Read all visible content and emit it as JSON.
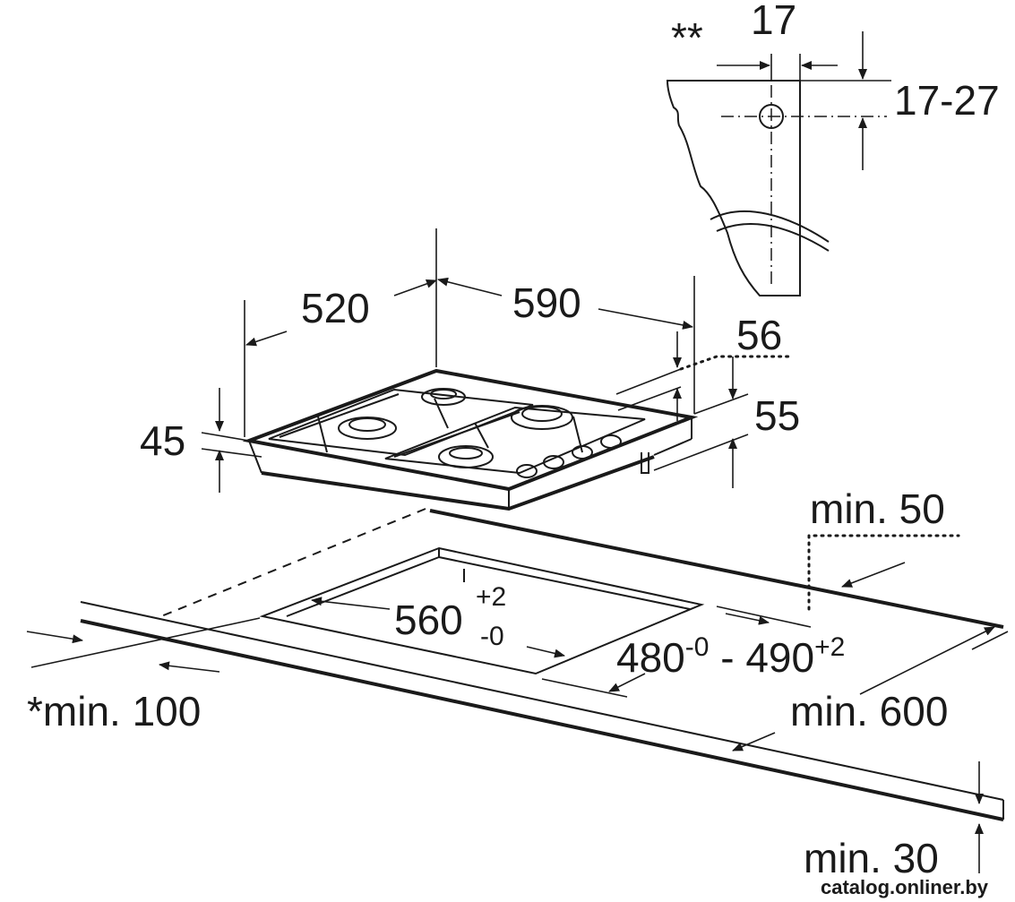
{
  "labels": {
    "bracket_marker": "**",
    "bracket_width": "17",
    "bracket_height": "17-27",
    "hob_depth": "520",
    "hob_width": "590",
    "height_45": "45",
    "offset_56": "56",
    "offset_55": "55",
    "rear_clearance": "min. 50",
    "cutout_width": "560",
    "cutout_width_tol_plus": "+2",
    "cutout_width_tol_minus": "-0",
    "cutout_depth_a": "480",
    "cutout_depth_a_tol": "-0",
    "cutout_depth_sep": " - ",
    "cutout_depth_b": "490",
    "cutout_depth_b_tol": "+2",
    "front_clearance": "*min. 100",
    "worktop_depth": "min. 600",
    "worktop_thickness": "min. 30",
    "watermark": "catalog.onliner.by"
  },
  "colors": {
    "ink": "#1a1a1a",
    "background": "#ffffff"
  }
}
